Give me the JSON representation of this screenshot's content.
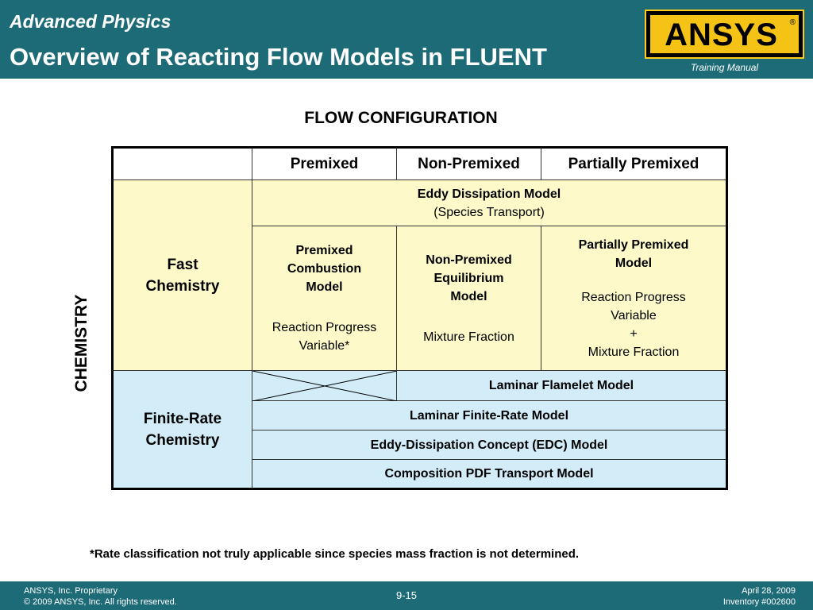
{
  "header": {
    "course": "Advanced Physics",
    "title": "Overview of Reacting Flow Models in FLUENT",
    "logo_text": "ANSYS",
    "logo_mark": "®",
    "manual": "Training Manual"
  },
  "flow_configuration": "FLOW CONFIGURATION",
  "chemistry_label": "CHEMISTRY",
  "table": {
    "columns": [
      "Premixed",
      "Non-Premixed",
      "Partially Premixed"
    ],
    "fast_chemistry": {
      "label_line1": "Fast",
      "label_line2": "Chemistry",
      "edm_title": "Eddy Dissipation Model",
      "edm_sub": "(Species Transport)",
      "premixed": {
        "l1": "Premixed",
        "l2": "Combustion",
        "l3": "Model",
        "d1": "Reaction Progress",
        "d2": "Variable*"
      },
      "nonpremixed": {
        "l1": "Non-Premixed",
        "l2": "Equilibrium",
        "l3": "Model",
        "d1": "Mixture Fraction"
      },
      "partially": {
        "l1": "Partially Premixed",
        "l2": "Model",
        "d1": "Reaction Progress",
        "d2": "Variable",
        "d3": "+",
        "d4": "Mixture Fraction"
      }
    },
    "finite_rate": {
      "label_line1": "Finite-Rate",
      "label_line2": "Chemistry",
      "laminar_flamelet": "Laminar Flamelet  Model",
      "laminar_finite_rate": "Laminar Finite-Rate Model",
      "edc": "Eddy-Dissipation Concept (EDC) Model",
      "pdf_transport": "Composition PDF Transport Model"
    }
  },
  "footnote": "*Rate classification not truly applicable since species mass fraction is not determined.",
  "footer": {
    "left_line1": "ANSYS, Inc. Proprietary",
    "left_line2": "© 2009 ANSYS, Inc.  All rights reserved.",
    "page": "9-15",
    "right_line1": "April 28, 2009",
    "right_line2": "Inventory #002600"
  }
}
